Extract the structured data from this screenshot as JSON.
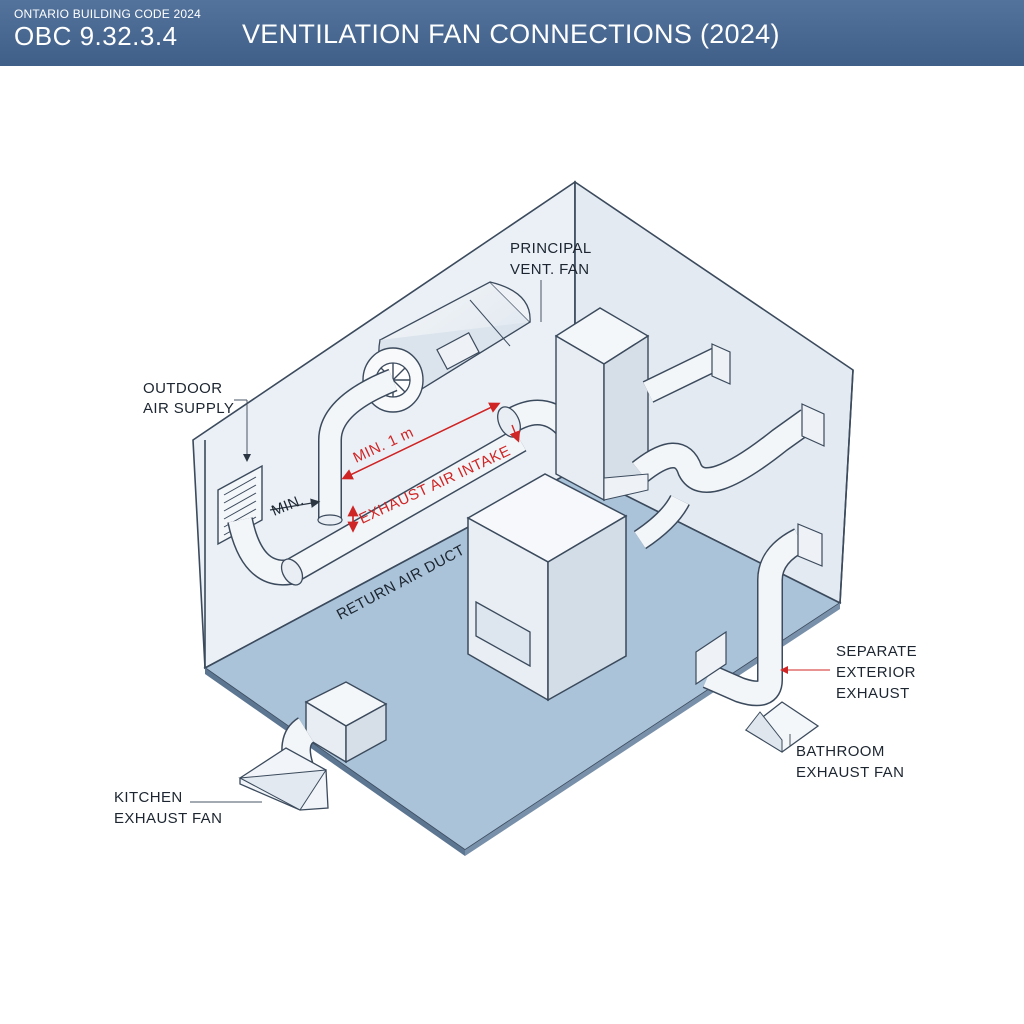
{
  "header": {
    "kicker": "ONTARIO BUILDING CODE 2024",
    "code": "OBC 9.32.3.4",
    "title": "VENTILATION FAN CONNECTIONS (2024)"
  },
  "labels": {
    "principal_fan_line1": "PRINCIPAL",
    "principal_fan_line2": "VENT. FAN",
    "outdoor_air_line1": "OUTDOOR",
    "outdoor_air_line2": "AIR SUPPLY",
    "min_short": "MIN.",
    "min_1m": "MIN. 1 m",
    "exhaust_air_intake": "EXHAUST AIR INTAKE",
    "return_air_duct": "RETURN AIR DUCT",
    "separate_exhaust_line1": "SEPARATE",
    "separate_exhaust_line2": "EXTERIOR",
    "separate_exhaust_line3": "EXHAUST",
    "bathroom_fan_line1": "BATHROOM",
    "bathroom_fan_line2": "EXHAUST FAN",
    "kitchen_fan_line1": "KITCHEN",
    "kitchen_fan_line2": "EXHAUST FAN"
  },
  "colors": {
    "header": "#4a6a93",
    "dimension_red": "#d02525",
    "floor": "#a9c2d8",
    "wall": "#e9eff6",
    "outline": "#3b4a5c"
  }
}
